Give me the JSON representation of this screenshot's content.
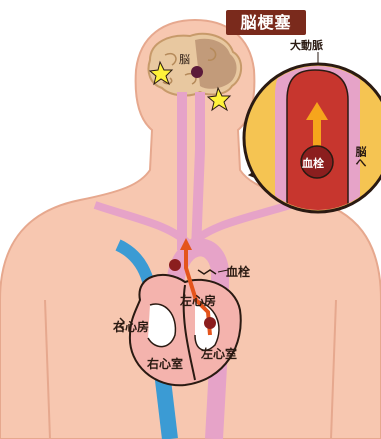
{
  "title": "脳梗塞",
  "labels": {
    "brain": "脳",
    "aorta": "大動脈",
    "to_brain": "脳へ",
    "clot_inset": "血栓",
    "clot": "血栓",
    "left_atrium": "左心房",
    "right_atrium": "右心房",
    "right_ventricle": "右心室",
    "left_ventricle": "左心室"
  },
  "colors": {
    "skin": "#f7c7b0",
    "skin_outline": "#e6a88e",
    "artery": "#e6a3c8",
    "vein": "#3b9bd4",
    "brain": "#e8c8a0",
    "heart": "#f4b3ad",
    "clot": "#8b1e1e",
    "title_bg": "#7a2a1c",
    "inset_bg": "#f5c452"
  }
}
